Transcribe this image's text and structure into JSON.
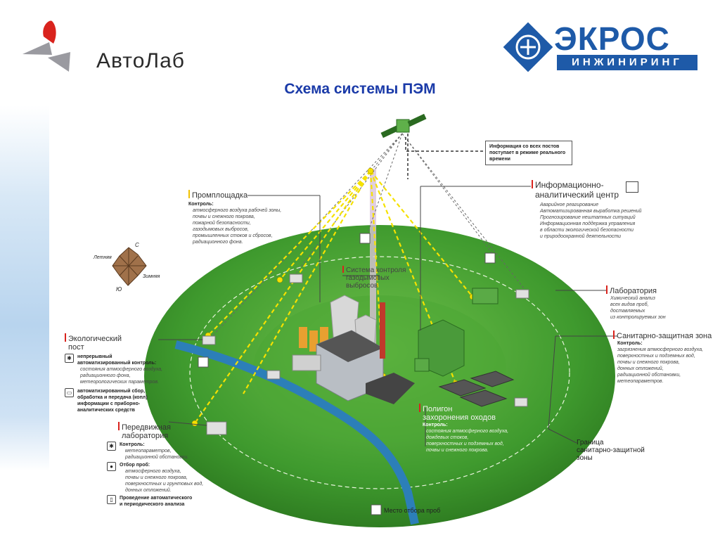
{
  "header": {
    "left_logo_text": "АвтоЛаб",
    "right_logo_main": "ЭКРОС",
    "right_logo_sub": "ИНЖИНИРИНГ",
    "title": "Схема системы ПЭМ"
  },
  "colors": {
    "title": "#1a3aa8",
    "brand_blue": "#1e5aa8",
    "field_green": "#3f9a2e",
    "signal_yellow": "#f5e100",
    "accent_red": "#d9231d"
  },
  "info_box": "Информация со всех постов поступает в режиме реального времени",
  "wind_rose": {
    "n": "С",
    "s": "Ю",
    "summer": "Летняя",
    "winter": "Зимняя"
  },
  "labels": {
    "promploshchadka": {
      "title": "Промплощадка",
      "control": "Контроль:",
      "lines": [
        "атмосферного воздуха рабочей зоны,",
        "почвы и снежного покрова,",
        "пожарной безопасности,",
        "газодымовых выбросов,",
        "промышленных стоков и сбросов,",
        "радиационного фона."
      ]
    },
    "info_center": {
      "title1": "Информационно-",
      "title2": "аналитический центр",
      "lines": [
        "Аварийное реагирование",
        "Автоматизированная выработка решений",
        "Прогнозирование нештатных ситуаций",
        "Информационная поддержка управления",
        "в области экологической безопасности",
        "и природоохранной деятельности"
      ]
    },
    "gas_control": {
      "l1": "Система контроля",
      "l2": "газодымовых",
      "l3": "выбросов"
    },
    "laboratory": {
      "title": "Лаборатория",
      "lines": [
        "Химический анализ",
        "всех видов проб,",
        "доставляемых",
        "из контролируемых зон"
      ]
    },
    "sanitary_zone": {
      "title": "Санитарно-защитная зона",
      "control": "Контроль:",
      "lines": [
        "загрязнения атмосферного воздуха,",
        "поверхностных и подземных вод,",
        "почвы и снежного покрова,",
        "донных отложений,",
        "радиационной обстановки,",
        "метеопараметров."
      ]
    },
    "eco_post": {
      "title1": "Экологический",
      "title2": "пост",
      "b1": [
        "непрерывный",
        "автоматизированный контроль:"
      ],
      "s1": [
        "состояния атмосферного воздуха,",
        "радиационного фона,",
        "метеорологических параметров."
      ],
      "b2": [
        "автоматизированный сбор,",
        "обработка и передача (копл)",
        "информации с приборно-",
        "аналитических средств"
      ]
    },
    "mobile_lab": {
      "title1": "Передвижная",
      "title2": "лаборатория",
      "b1": "Контроль:",
      "s1": [
        "метеопараметров,",
        "радиационной обстановки."
      ],
      "b2": "Отбор проб:",
      "s2": [
        "атмосферного воздуха,",
        "почвы и снежного покрова,",
        "поверхностных и грунтовых вод,",
        "донных отложений."
      ],
      "b3": [
        "Проведение автоматического",
        "и периодического анализа"
      ]
    },
    "landfill": {
      "title1": "Полигон",
      "title2": "захоронения оходов",
      "control": "Контроль:",
      "lines": [
        "состояния атмосферного воздуха,",
        "дождевых стоков,",
        "поверхностных и подземных вод,",
        "почвы и снежного покрова."
      ]
    },
    "boundary": {
      "l1": "Граница",
      "l2": "санитарно-защитной",
      "l3": "зоны"
    },
    "sampling": "Место отбора проб"
  }
}
